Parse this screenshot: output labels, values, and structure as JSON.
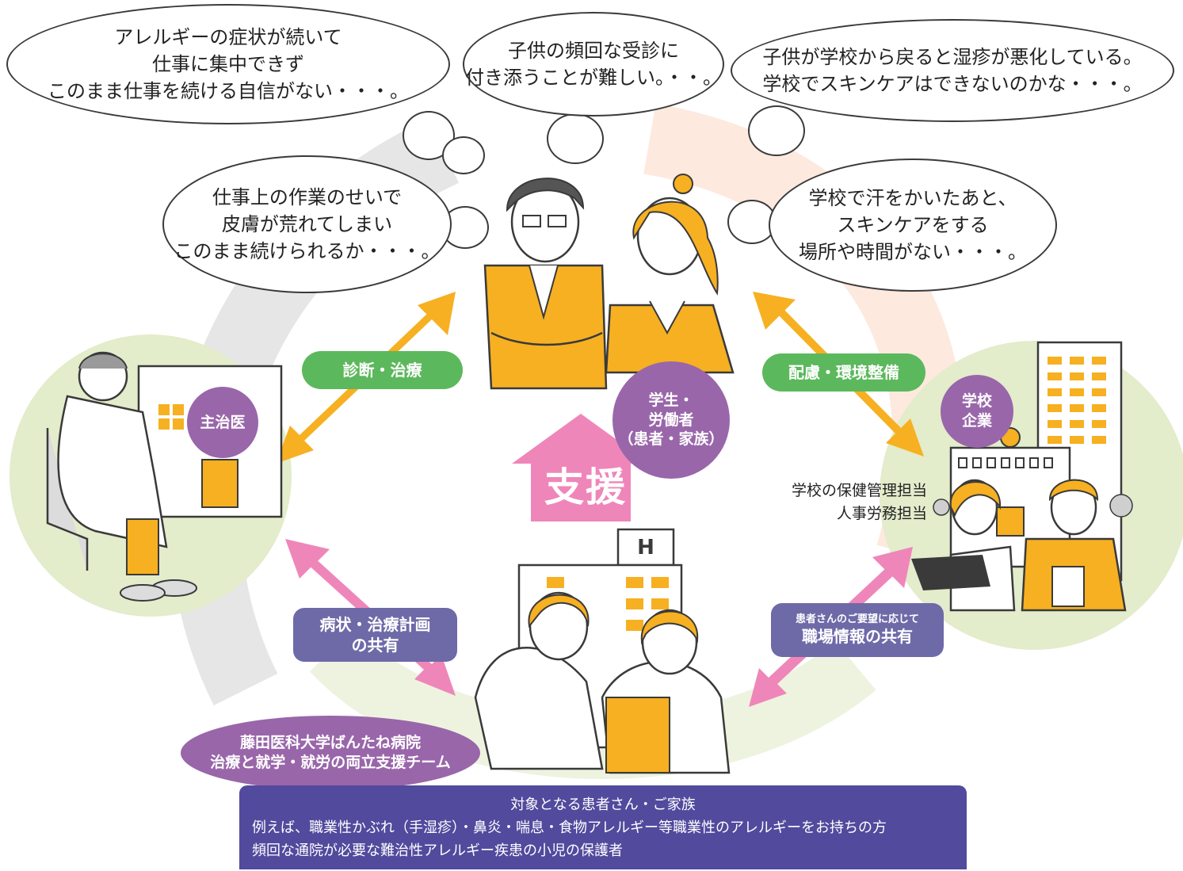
{
  "bubbles": {
    "allergy_work": [
      "アレルギーの症状が続いて",
      "仕事に集中できず",
      "このまま仕事を続ける自信がない・・・。"
    ],
    "child_visits": [
      "子供の頻回な受診に",
      "付き添うことが難しい。・・。"
    ],
    "child_school": [
      "子供が学校から戻ると湿疹が悪化している。",
      "学校でスキンケアはできないのかな・・・。"
    ],
    "work_skin": [
      "仕事上の作業のせいで",
      "皮膚が荒れてしまい",
      "このまま続けられるか・・・。"
    ],
    "school_sweat": [
      "学校で汗をかいたあと、",
      "スキンケアをする",
      "場所や時間がない・・・。"
    ]
  },
  "labels": {
    "diagnosis": "診断・治療",
    "care": "配慮・環境整備",
    "share_condition": [
      "病状・治療計画",
      "の共有"
    ],
    "share_work_small": "患者さんのご要望に応じて",
    "share_work": "職場情報の共有",
    "support": "支援"
  },
  "roles": {
    "physician": "主治医",
    "patient": [
      "学生・",
      "労働者",
      "（患者・家族）"
    ],
    "school_company": [
      "学校",
      "企業"
    ],
    "team": [
      "藤田医科大学ばんたね病院",
      "治療と就学・就労の両立支援チーム"
    ]
  },
  "staff_caption": [
    "学校の保健管理担当",
    "人事労務担当"
  ],
  "hospital_sign": "H",
  "footer": {
    "title": "対象となる患者さん・ご家族",
    "line1": "例えば、職業性かぶれ（手湿疹）・鼻炎・喘息・食物アレルギー等職業性のアレルギーをお持ちの方",
    "line2": "頻回な通院が必要な難治性アレルギー疾患の小児の保護者"
  },
  "colors": {
    "green": "#5cb85c",
    "purple": "#9966aa",
    "slate": "#6e6aa8",
    "footer": "#514a9d",
    "orange": "#f6b021",
    "pink": "#ef86b9",
    "light_green": "#e3eccb"
  }
}
